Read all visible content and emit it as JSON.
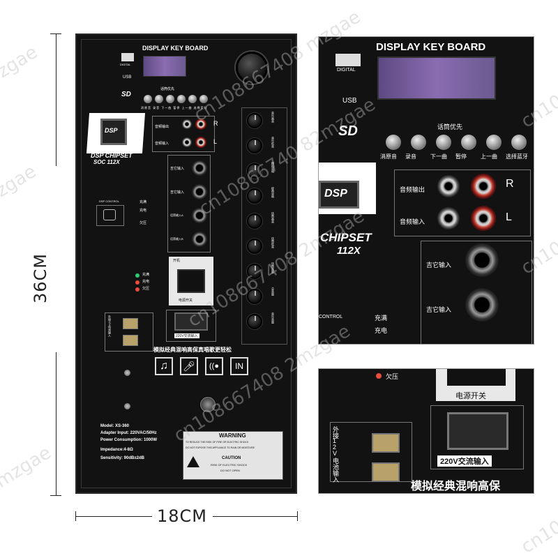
{
  "dimensions": {
    "height_label": "36CM",
    "width_label": "18CM"
  },
  "watermarks": [
    "zgae",
    "cn108667408 mzgae",
    "cn10866740 82mzgae",
    "cn108667408 2mzgae",
    "cn108667408 2mzgae",
    "mzgae",
    "zgae",
    "cn10",
    "cn10",
    "cn10"
  ],
  "panel": {
    "display_title": "DISPLAY KEY BOARD",
    "brand_sub": "DIGITAL",
    "usb_label": "USB",
    "sd_label": "SD",
    "mic_priority": "话筒优先",
    "keys": [
      "消原音",
      "录音",
      "下一曲",
      "暂停",
      "上一曲",
      "选择蓝牙"
    ],
    "dsp_label": "DSP",
    "chipset_line1": "DSP CHIPSET",
    "chipset_line2": "SOC 112X",
    "audio_out": "音频输出",
    "audio_in": "音频输入",
    "channel_r": "R",
    "channel_l": "L",
    "guitar_in": "吉它输入",
    "mic_in_a": "话筒输入A",
    "mic_in_b": "话筒输入B",
    "dsp_control": "DSP CONTROL",
    "status_full": "充满",
    "status_charge": "充电",
    "status_low": "欠压",
    "power_on": "开机",
    "power_label": "电源开关",
    "ac_input": "220V交流输入",
    "ext_battery": "外接12V电池输入",
    "knob_labels": [
      "音乐高音",
      "音乐低音",
      "模拟混响",
      "经典混响",
      "话筒高音",
      "话筒低音",
      "话筒音量",
      "总音量",
      "音乐音量"
    ],
    "bottom_banner": "模拟经典混响高保真唱歌更轻松",
    "mode_icons": [
      "music-note",
      "microphone",
      "echo",
      "guitar"
    ],
    "model": "Model: XS-360",
    "adapter": "Adapter Input: 220VAC/50Hz",
    "power_consumption": "Power Consumption: 1000W",
    "impedance": "Impedance:4-8Ω",
    "sensitivity": "Sensitivity: 90dB±2dB",
    "warning_title": "WARNING",
    "warning_text1": "TO REDUCE THE RISK OF FIRE OR ELECTRIC SHOCK",
    "warning_text2": "DO NOT EXPOSE THIS APPLIANCE TO RAIN OR MOISTURE",
    "caution_title": "CAUTION",
    "caution_text1": "RISK OF ELECTRIC SHOCK",
    "caution_text2": "DO NOT OPEN"
  },
  "zoom_top": {
    "display_title": "DISPLAY KEY BOARD",
    "brand_sub": "DIGITAL",
    "usb_label": "USB",
    "sd_label": "SD",
    "mic_priority": "话筒优先",
    "keys": [
      "消原音",
      "录音",
      "下一曲",
      "暂停",
      "上一曲",
      "选择蓝牙"
    ],
    "dsp_label": "DSP",
    "chipset_line1": "CHIPSET",
    "chipset_line2": "112X",
    "audio_out": "音频输出",
    "audio_in": "音频输入",
    "channel_r": "R",
    "channel_l": "L",
    "guitar_in": "吉它输入",
    "status_full": "充满",
    "status_charge": "充电",
    "control": "CONTROL"
  },
  "zoom_bottom": {
    "status_low": "欠压",
    "power_label": "电源开关",
    "ac_input": "220V交流输入",
    "ext_battery": [
      "外",
      "接",
      "1",
      "2",
      "V",
      "电",
      "池",
      "输",
      "入"
    ],
    "banner": "模拟经典混响高保"
  },
  "colors": {
    "panel_bg": "#121212",
    "display_purple": "#7d5ba6",
    "led_red": "#e74c3c",
    "led_green": "#2ecc71"
  }
}
